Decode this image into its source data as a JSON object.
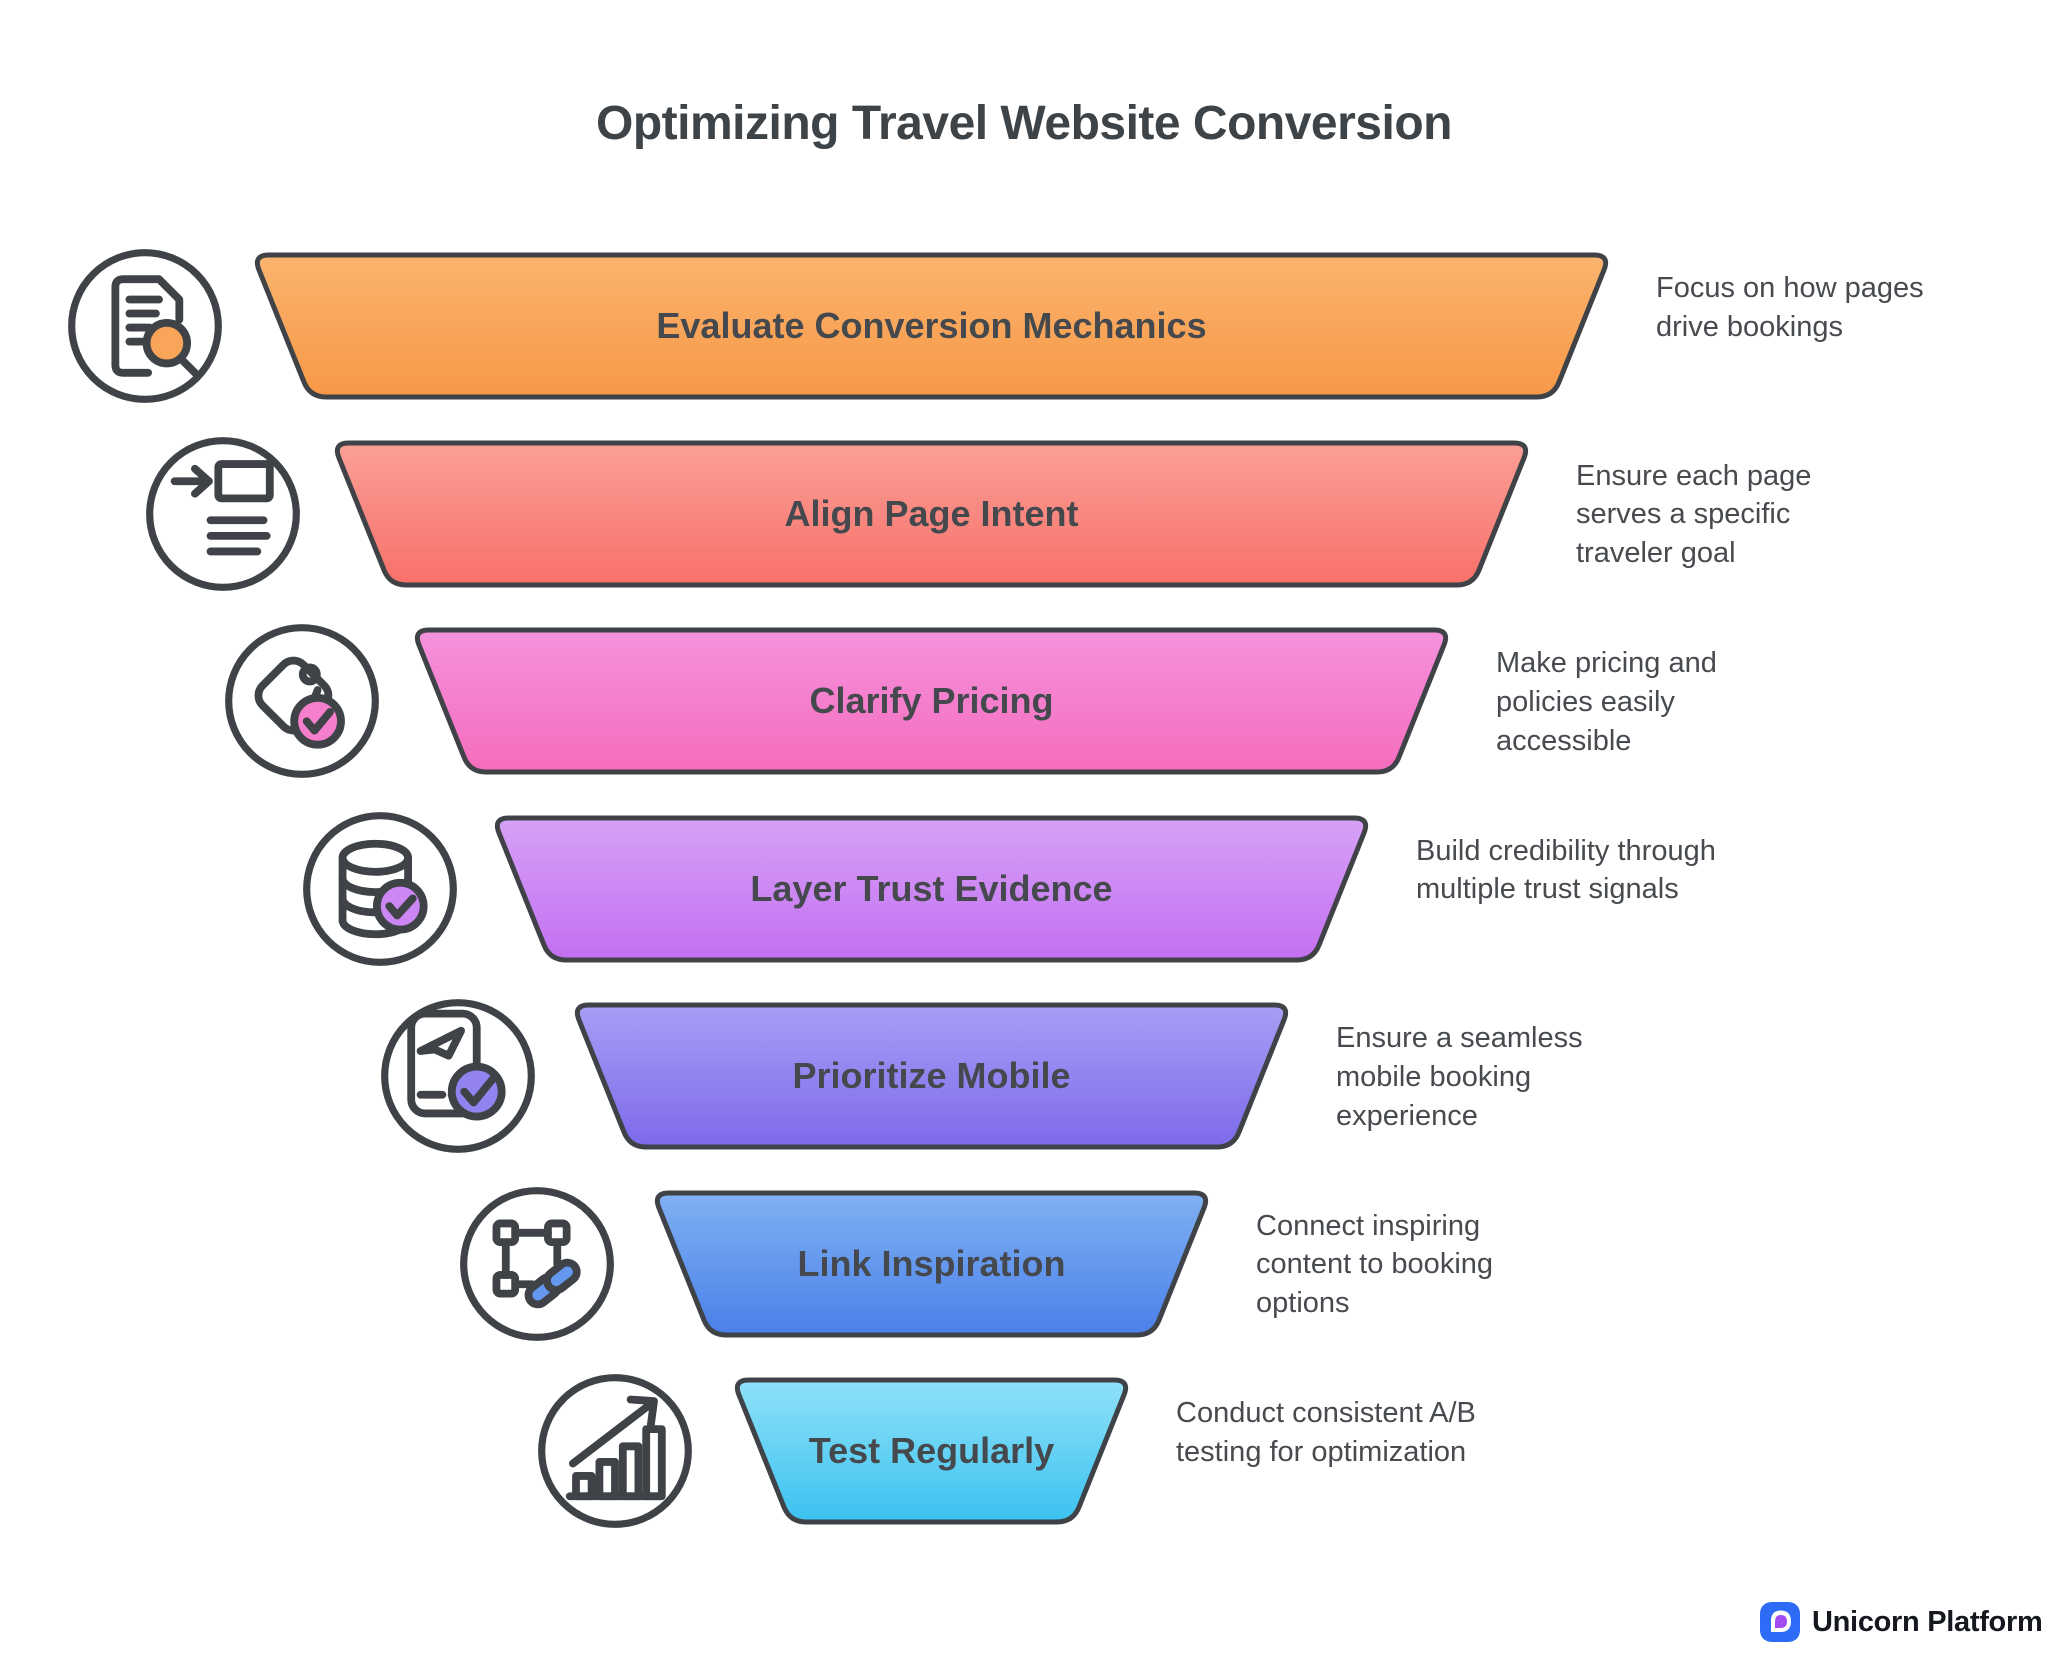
{
  "title": "Optimizing Travel Website Conversion",
  "funnel": {
    "steps": [
      {
        "label": "Evaluate Conversion Mechanics",
        "description": "Focus on how pages drive bookings",
        "icon": "document-search-icon",
        "gradient_top": "#FAB46E",
        "gradient_bottom": "#F79847",
        "mask_fill": "#F8A55A"
      },
      {
        "label": "Align Page Intent",
        "description": "Ensure each page serves a specific traveler goal",
        "icon": "page-intent-icon",
        "gradient_top": "#FA9F96",
        "gradient_bottom": "#F8716A",
        "mask_fill": "#F9887F"
      },
      {
        "label": "Clarify Pricing",
        "description": "Make pricing and policies easily accessible",
        "icon": "price-tag-check-icon",
        "gradient_top": "#F592DD",
        "gradient_bottom": "#F56CBD",
        "mask_fill": "#F57FCC"
      },
      {
        "label": "Layer Trust Evidence",
        "description": "Build credibility through multiple trust signals",
        "icon": "database-check-icon",
        "gradient_top": "#D7A2F7",
        "gradient_bottom": "#C36FF1",
        "mask_fill": "#CC87F4"
      },
      {
        "label": "Prioritize Mobile",
        "description": "Ensure a seamless mobile booking experience",
        "icon": "mobile-check-icon",
        "gradient_top": "#A79EF4",
        "gradient_bottom": "#7E6AEC",
        "mask_fill": "#9283F0"
      },
      {
        "label": "Link Inspiration",
        "description": "Connect inspiring content to booking options",
        "icon": "selection-link-icon",
        "gradient_top": "#80B1F2",
        "gradient_bottom": "#4A80E9",
        "mask_fill": "#6398EE"
      },
      {
        "label": "Test Regularly",
        "description": "Conduct consistent A/B testing for optimization",
        "icon": "growth-chart-icon",
        "gradient_top": "#90E1F8",
        "gradient_bottom": "#3BC2F0",
        "mask_fill": "#63D1F4"
      }
    ]
  },
  "footer": {
    "brand": "Unicorn Platform",
    "logo_color": "#2E6BF6",
    "logo_inner_color": "#A14CF0"
  },
  "colors": {
    "outline": "#3F4347",
    "title_text": "#3E4347",
    "label_text": "#45494E",
    "description_text": "#474B4F",
    "background": "#FFFFFF"
  }
}
